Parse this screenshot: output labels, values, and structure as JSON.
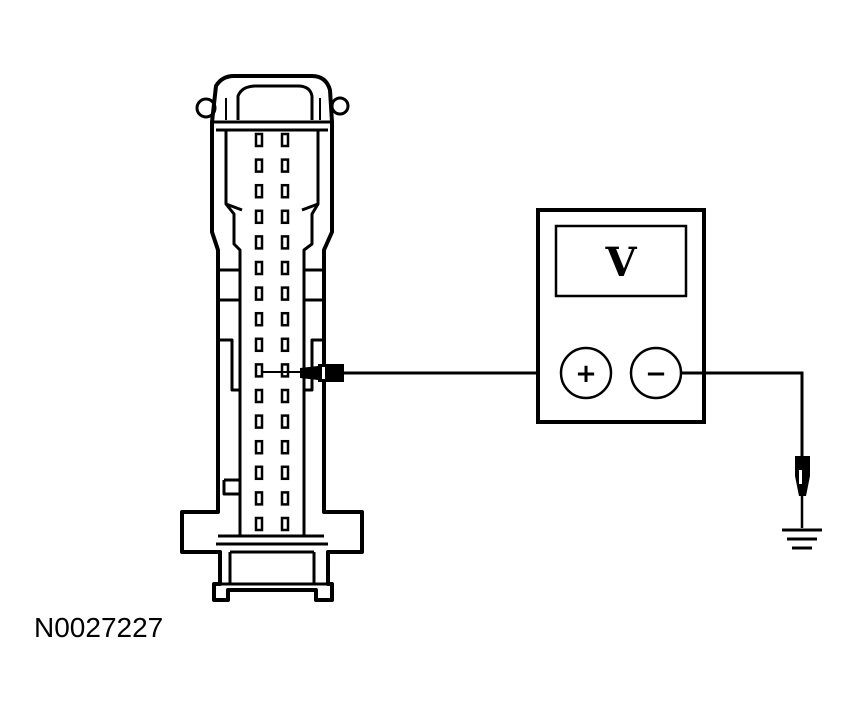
{
  "figure_id": "N0027227",
  "meter": {
    "display_label": "V",
    "positive_symbol": "+",
    "negative_symbol": "−"
  },
  "connector": {
    "rows": 16,
    "columns": 2
  },
  "icons": {
    "ground": "ground-symbol-icon",
    "probe": "test-probe-icon"
  }
}
